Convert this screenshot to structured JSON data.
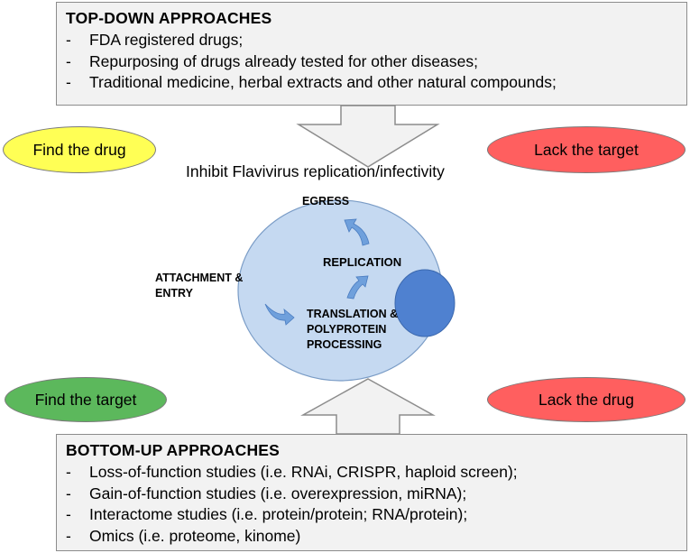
{
  "top_box": {
    "title": "TOP-DOWN APPROACHES",
    "items": [
      "FDA registered drugs;",
      "Repurposing of drugs already tested for other diseases;",
      "Traditional medicine, herbal extracts and other natural compounds;"
    ],
    "bullet": "-"
  },
  "bottom_box": {
    "title": "BOTTOM-UP APPROACHES",
    "items": [
      "Loss-of-function studies (i.e. RNAi, CRISPR, haploid screen);",
      "Gain-of-function studies (i.e. overexpression, miRNA);",
      "Interactome studies (i.e. protein/protein; RNA/protein);",
      "Omics (i.e. proteome, kinome)"
    ],
    "bullet": "-"
  },
  "labels": {
    "find_drug": "Find the drug",
    "lack_target": "Lack the target",
    "find_target": "Find the target",
    "lack_drug": "Lack the drug",
    "caption": "Inhibit Flavivirus replication/infectivity"
  },
  "stages": {
    "egress": "EGRESS",
    "replication": "REPLICATION",
    "attachment": "ATTACHMENT & ENTRY",
    "translation": "TRANSLATION & POLYPROTEIN PROCESSING"
  },
  "colors": {
    "find_drug": "#ffff55",
    "lack": "#ff5f5f",
    "find_target": "#5cb85c",
    "cell_fill": "#c5d9f1",
    "nucleus_fill": "#4f81d0",
    "arrow_fill": "#6fa0dc"
  }
}
